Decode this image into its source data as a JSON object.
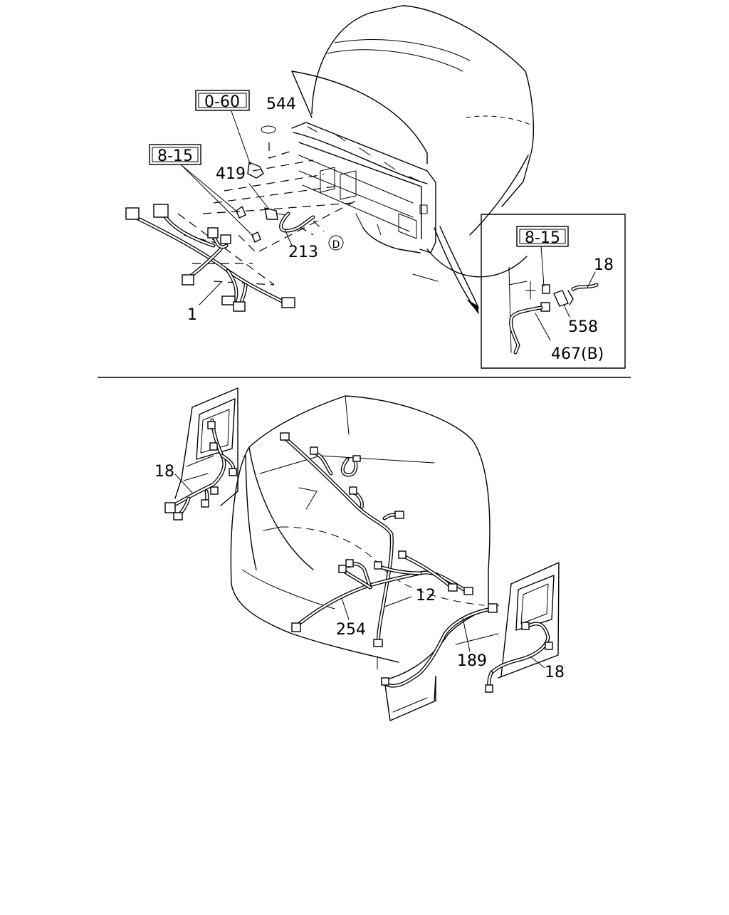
{
  "top_view": {
    "refs": {
      "r060": "0-60",
      "r815": "8-15"
    },
    "labels": {
      "p544": "544",
      "p419": "419",
      "p213": "213",
      "p1": "1",
      "mark_d": "D"
    }
  },
  "inset": {
    "ref": "8-15",
    "labels": {
      "p18": "18",
      "p558": "558",
      "p467": "467(B)"
    }
  },
  "bottom_view": {
    "labels": {
      "p18_left": "18",
      "p12": "12",
      "p254": "254",
      "p189": "189",
      "p18_right": "18"
    }
  }
}
